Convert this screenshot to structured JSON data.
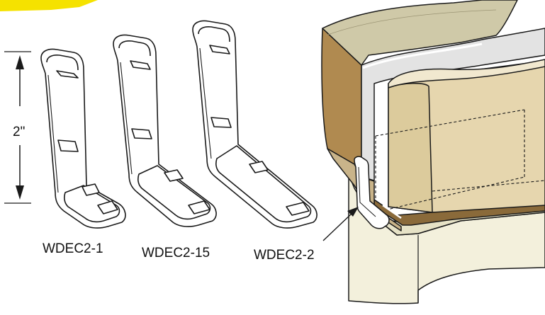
{
  "dimension": {
    "label": "2\""
  },
  "parts": [
    {
      "label": "WDEC2-1"
    },
    {
      "label": "WDEC2-15"
    },
    {
      "label": "WDEC2-2"
    }
  ],
  "colors": {
    "badge_yellow": "#F5E200",
    "outline": "#1a1a1a",
    "clip_fill": "#ffffff",
    "soil_top": "#CFC9A8",
    "soil_side": "#B08A50",
    "insulation_face": "#E6D6AE",
    "insulation_top": "#F1E8CF",
    "membrane": "#E3E3E3",
    "foundation": "#F3F0DC",
    "sill_brown": "#8A6A3A"
  }
}
